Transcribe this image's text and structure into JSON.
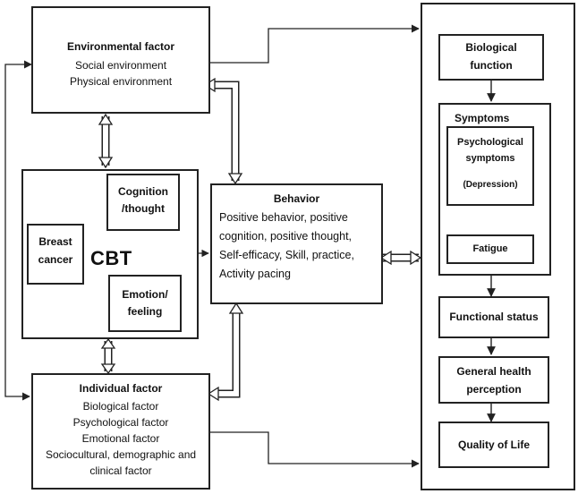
{
  "environmental": {
    "title": "Environmental factor",
    "lines": [
      "Social environment",
      "Physical environment"
    ]
  },
  "cbt": {
    "label": "CBT",
    "breast_cancer": [
      "Breast",
      "cancer"
    ],
    "cognition": [
      "Cognition",
      "/thought"
    ],
    "emotion": [
      "Emotion/",
      "feeling"
    ]
  },
  "behavior": {
    "title": "Behavior",
    "lines": [
      "Positive behavior, positive",
      "cognition, positive thought,",
      "Self-efficacy, Skill, practice,",
      "Activity pacing"
    ]
  },
  "individual": {
    "title": "Individual factor",
    "lines": [
      "Biological factor",
      "Psychological factor",
      "Emotional factor",
      "Sociocultural, demographic and",
      "clinical factor"
    ]
  },
  "outcomes": {
    "biological": [
      "Biological",
      "function"
    ],
    "symptoms_title": "Symptoms",
    "psychological": [
      "Psychological",
      "symptoms"
    ],
    "depression": "(Depression)",
    "fatigue": "Fatigue",
    "functional": "Functional status",
    "general_health": [
      "General health",
      "perception"
    ],
    "qol": "Quality of Life"
  }
}
